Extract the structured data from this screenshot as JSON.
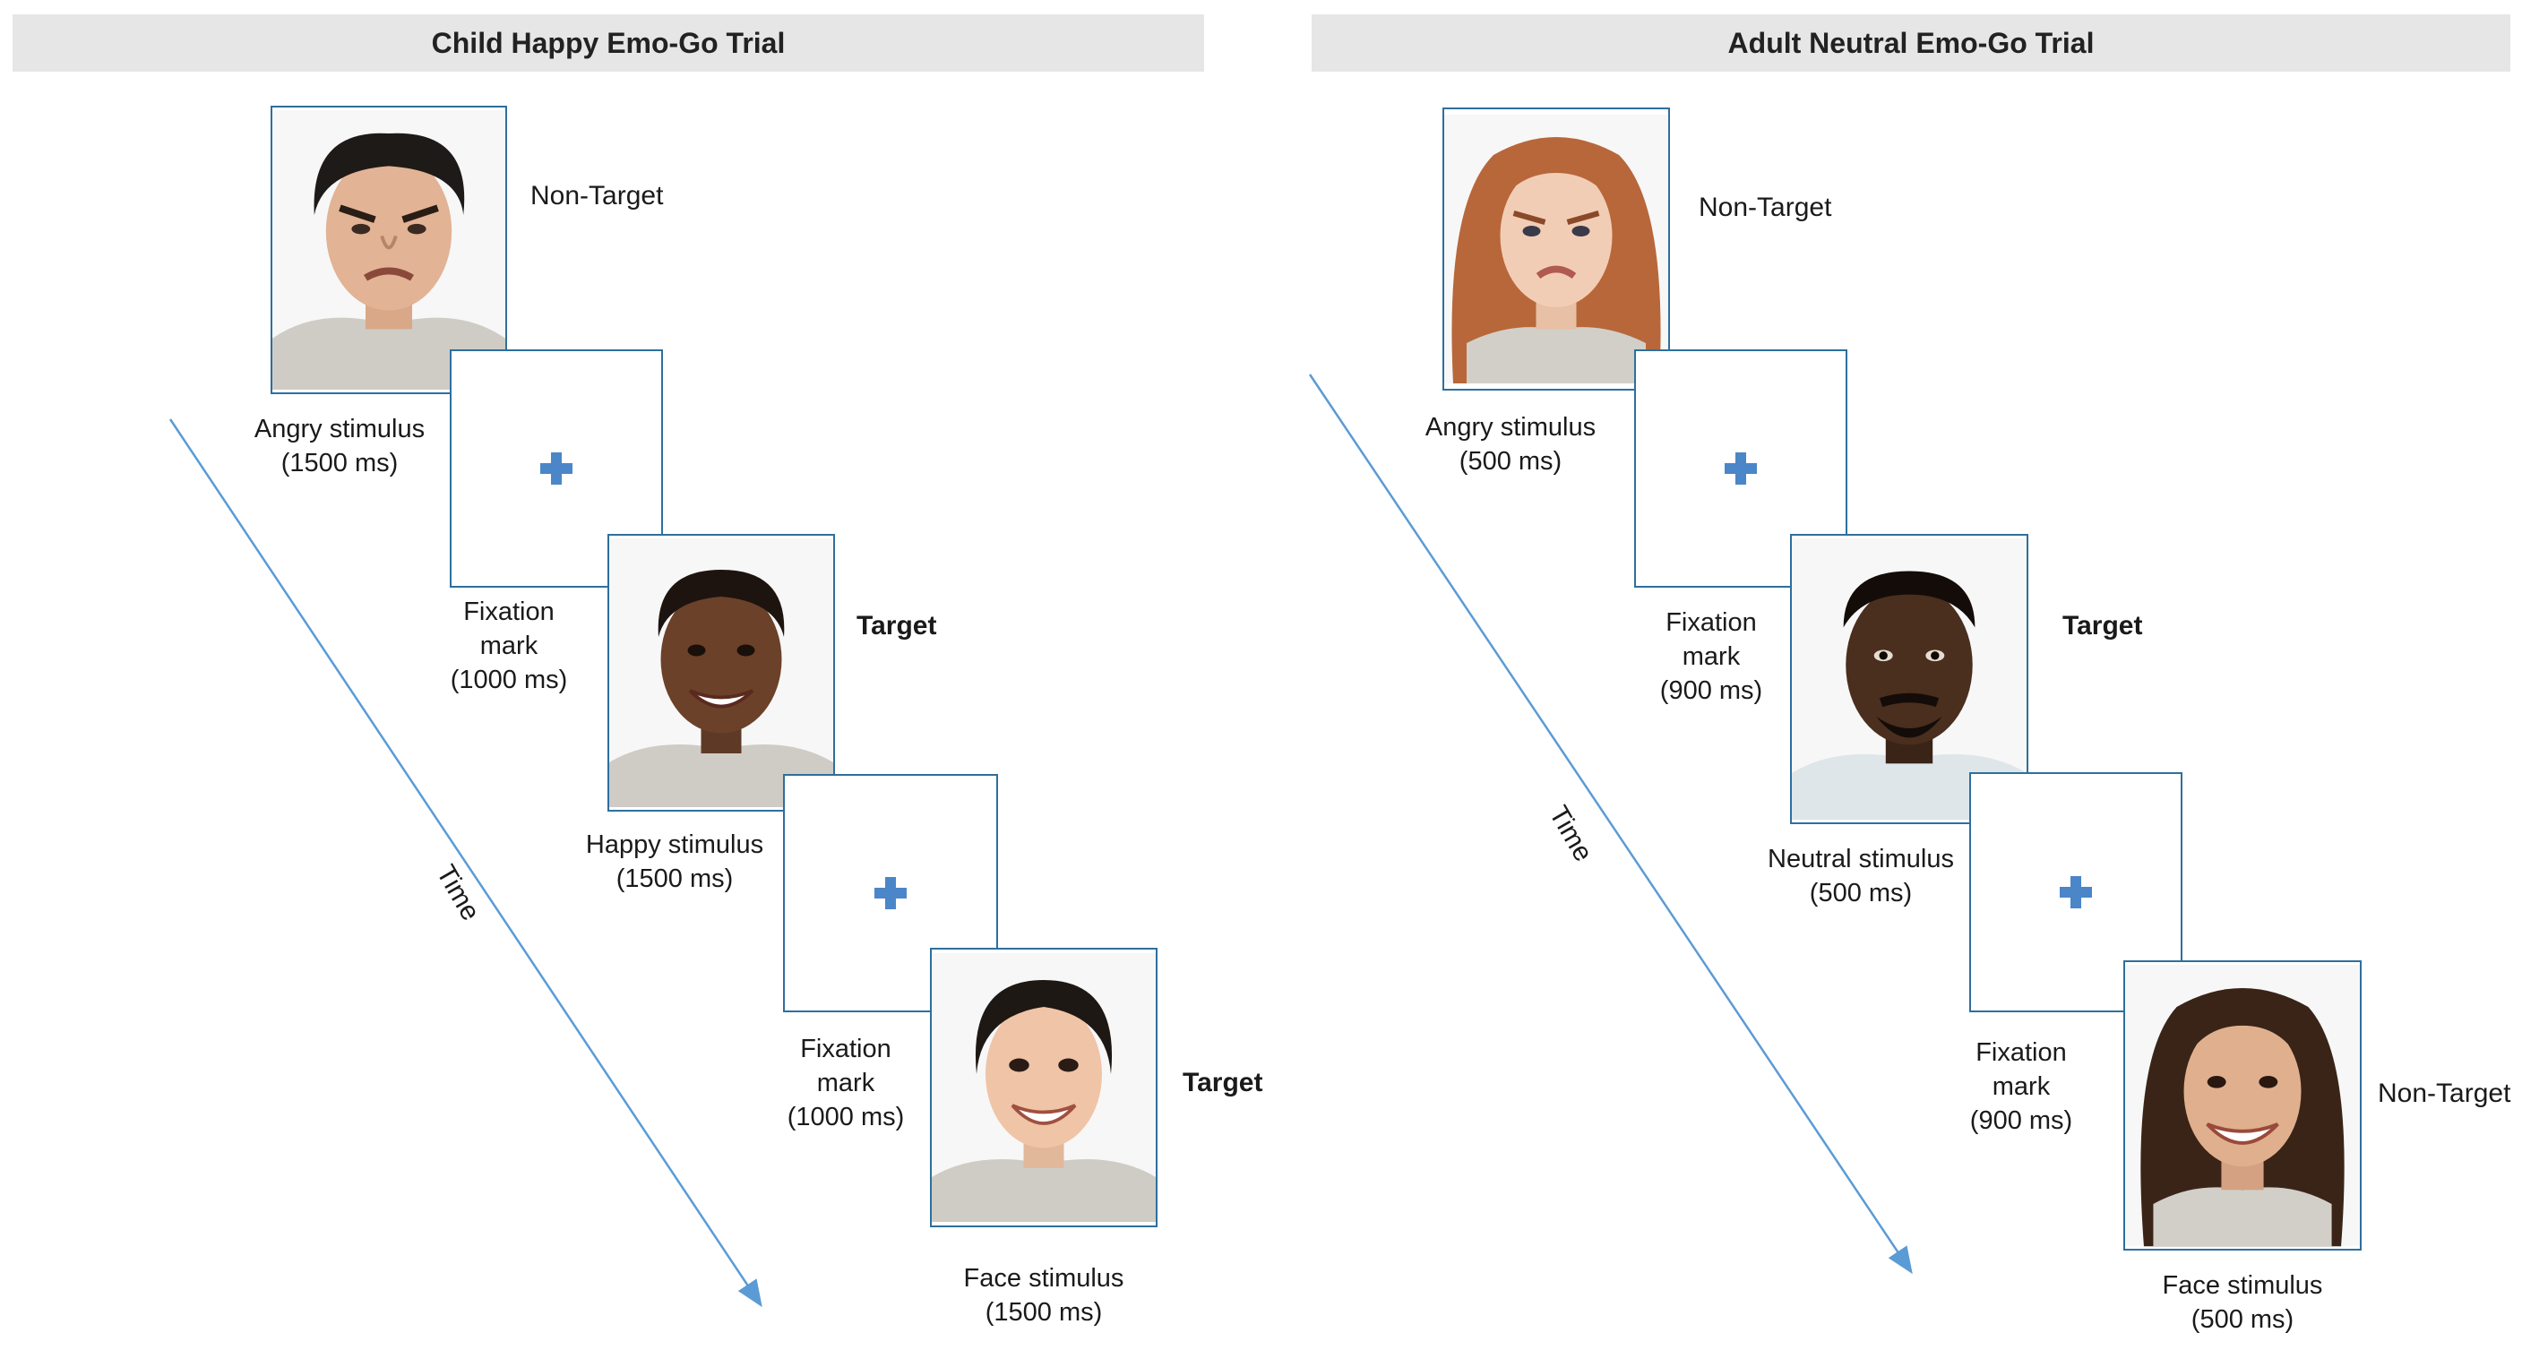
{
  "panels": [
    {
      "title": "Child Happy Emo-Go Trial",
      "time_label": "Time",
      "steps": [
        {
          "kind": "face",
          "emotion": "angry",
          "tag": "Non-Target",
          "tag_bold": false,
          "caption": [
            "Angry stimulus",
            "(1500 ms)"
          ]
        },
        {
          "kind": "fixation",
          "caption": [
            "Fixation",
            "mark",
            "(1000 ms)"
          ]
        },
        {
          "kind": "face",
          "emotion": "happy",
          "tag": "Target",
          "tag_bold": true,
          "caption": [
            "Happy stimulus",
            "(1500 ms)"
          ]
        },
        {
          "kind": "fixation",
          "caption": [
            "Fixation",
            "mark",
            "(1000 ms)"
          ]
        },
        {
          "kind": "face",
          "emotion": "happy",
          "tag": "Target",
          "tag_bold": true,
          "caption": [
            "Face stimulus",
            "(1500 ms)"
          ]
        }
      ]
    },
    {
      "title": "Adult Neutral Emo-Go Trial",
      "time_label": "Time",
      "steps": [
        {
          "kind": "face",
          "emotion": "angry",
          "tag": "Non-Target",
          "tag_bold": false,
          "caption": [
            "Angry stimulus",
            "(500 ms)"
          ]
        },
        {
          "kind": "fixation",
          "caption": [
            "Fixation",
            "mark",
            "(900 ms)"
          ]
        },
        {
          "kind": "face",
          "emotion": "neutral",
          "tag": "Target",
          "tag_bold": true,
          "caption": [
            "Neutral stimulus",
            "(500 ms)"
          ]
        },
        {
          "kind": "fixation",
          "caption": [
            "Fixation",
            "mark",
            "(900 ms)"
          ]
        },
        {
          "kind": "face",
          "emotion": "happy",
          "tag": "Non-Target",
          "tag_bold": false,
          "caption": [
            "Face stimulus",
            "(500 ms)"
          ]
        }
      ]
    }
  ],
  "colors": {
    "frame": "#2e6f9e",
    "cross": "#4a86c8",
    "axis": "#5b9bd5",
    "title_bar": "#e6e6e6"
  }
}
